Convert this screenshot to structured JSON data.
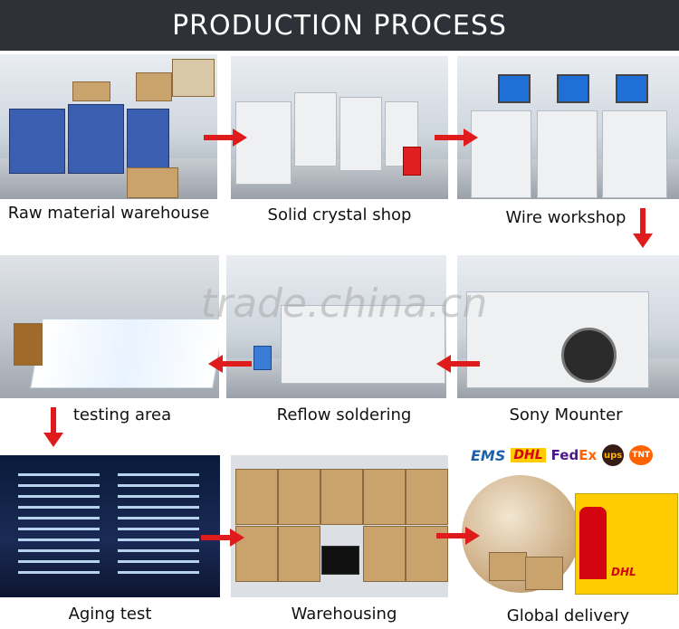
{
  "header": {
    "title": "PRODUCTION PROCESS"
  },
  "watermark": "trade.china.cn",
  "steps": [
    {
      "label": "Raw material warehouse"
    },
    {
      "label": "Solid crystal shop"
    },
    {
      "label": "Wire workshop"
    },
    {
      "label": "testing area"
    },
    {
      "label": "Reflow soldering"
    },
    {
      "label": "Sony Mounter"
    },
    {
      "label": "Aging test"
    },
    {
      "label": "Warehousing"
    },
    {
      "label": "Global delivery"
    }
  ],
  "carriers": {
    "ems": "EMS",
    "dhl": "DHL",
    "fedex_a": "Fed",
    "fedex_b": "Ex",
    "ups": "ups",
    "tnt": "TNT"
  },
  "colors": {
    "arrow": "#e01b1b",
    "header_bg": "#2e3138"
  }
}
